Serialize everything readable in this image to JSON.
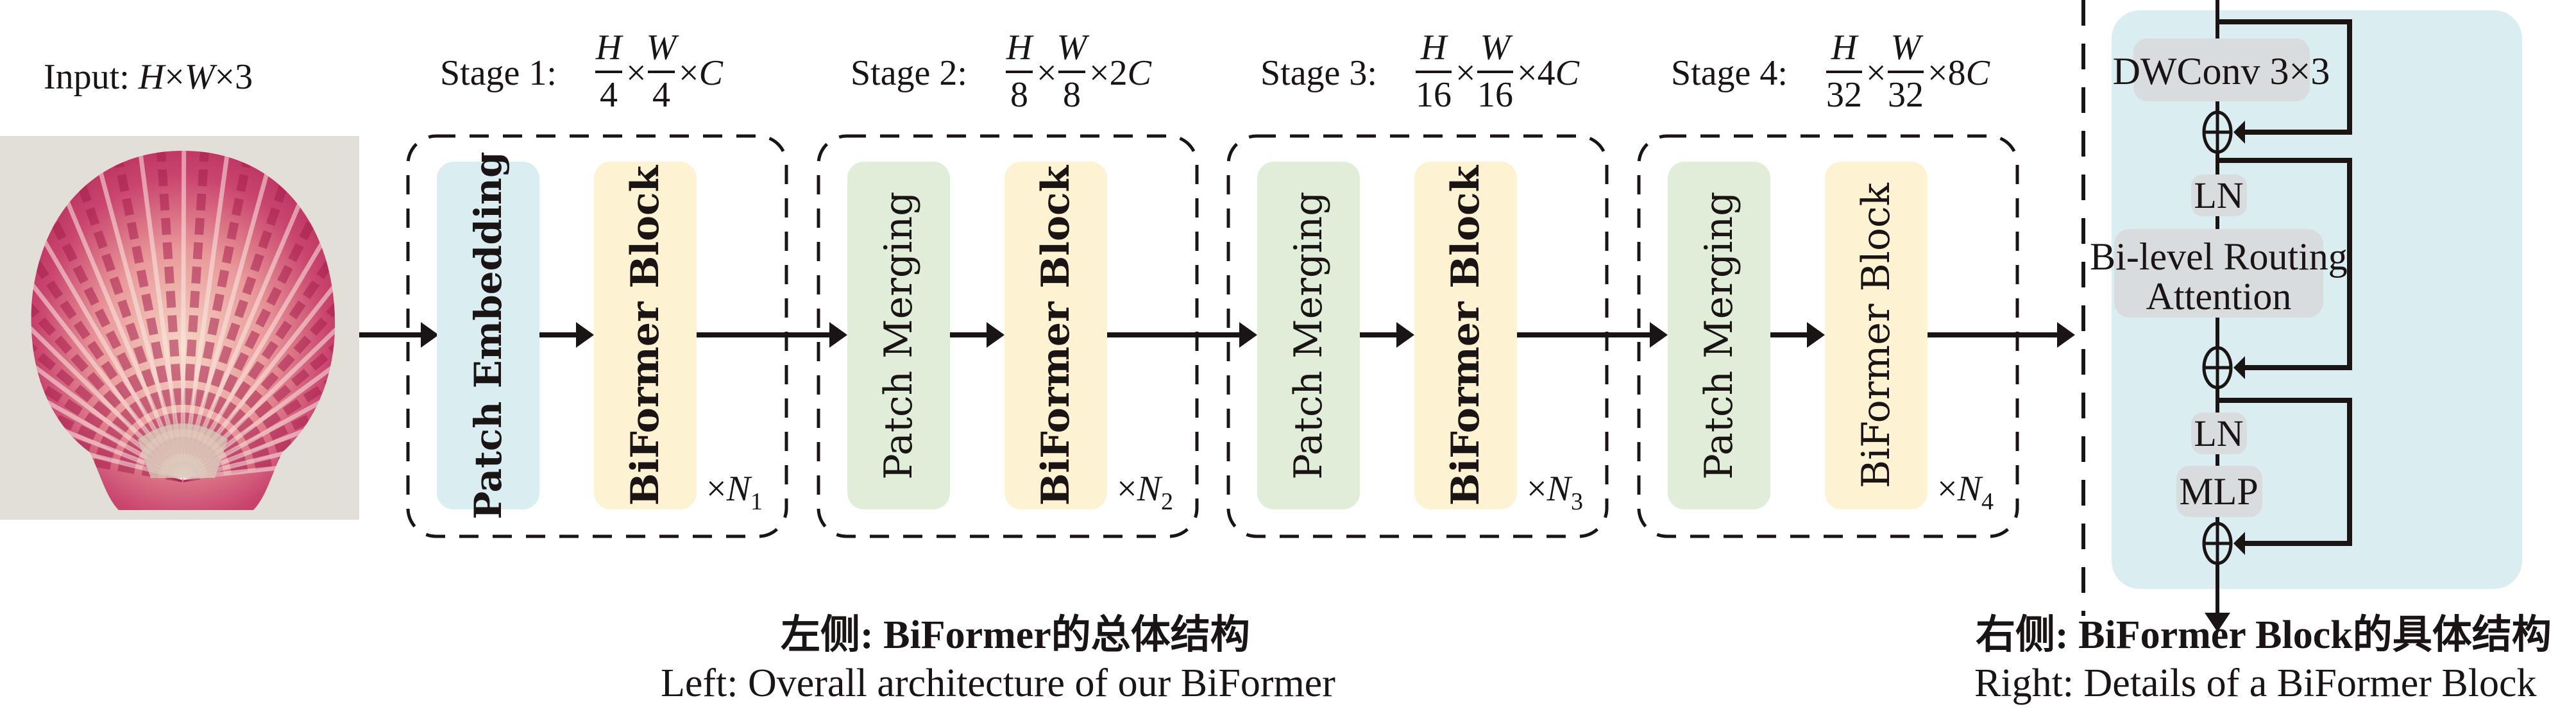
{
  "input": {
    "label_prefix": "Input: ",
    "label_math": [
      "H",
      "×",
      "W",
      "×",
      "3"
    ],
    "image_alt": "Pink scallop shell photo"
  },
  "stages": [
    {
      "title": "Stage 1: ",
      "h_den": "4",
      "w_den": "4",
      "channels": "C",
      "first_block": "Patch Embedding",
      "second_block": "BiFormer Block",
      "repeat": "×",
      "repeat_var": "N",
      "repeat_sub": "1"
    },
    {
      "title": "Stage 2: ",
      "h_den": "8",
      "w_den": "8",
      "channels": "2C",
      "first_block": "Patch Merging",
      "second_block": "BiFormer Block",
      "repeat": "×",
      "repeat_var": "N",
      "repeat_sub": "2"
    },
    {
      "title": "Stage 3: ",
      "h_den": "16",
      "w_den": "16",
      "channels": "4C",
      "first_block": "Patch Merging",
      "second_block": "BiFormer Block",
      "repeat": "×",
      "repeat_var": "N",
      "repeat_sub": "3"
    },
    {
      "title": "Stage 4: ",
      "h_den": "32",
      "w_den": "32",
      "channels": "8C",
      "first_block": "Patch Merging",
      "second_block": "BiFormer Block",
      "repeat": "×",
      "repeat_var": "N",
      "repeat_sub": "4"
    }
  ],
  "math": {
    "H": "H",
    "W": "W",
    "times": "×"
  },
  "block_detail": {
    "dwconv": "DWConv 3×3",
    "ln1": "LN",
    "attention_line1": "Bi-level Routing",
    "attention_line2": "Attention",
    "ln2": "LN",
    "mlp": "MLP"
  },
  "captions": {
    "left_cn": "左侧: BiFormer的总体结构",
    "left_en": "Left: Overall architecture of our BiFormer",
    "right_cn": "右侧: BiFormer Block的具体结构",
    "right_en": "Right: Details of a BiFormer Block"
  },
  "colors": {
    "patch_embedding": "#daeef2",
    "patch_merging": "#e0eed9",
    "biformer_block": "#fdf2d2",
    "detail_panel": "#daedf0",
    "detail_box": "#d8dcde",
    "ink": "#1a1414"
  }
}
